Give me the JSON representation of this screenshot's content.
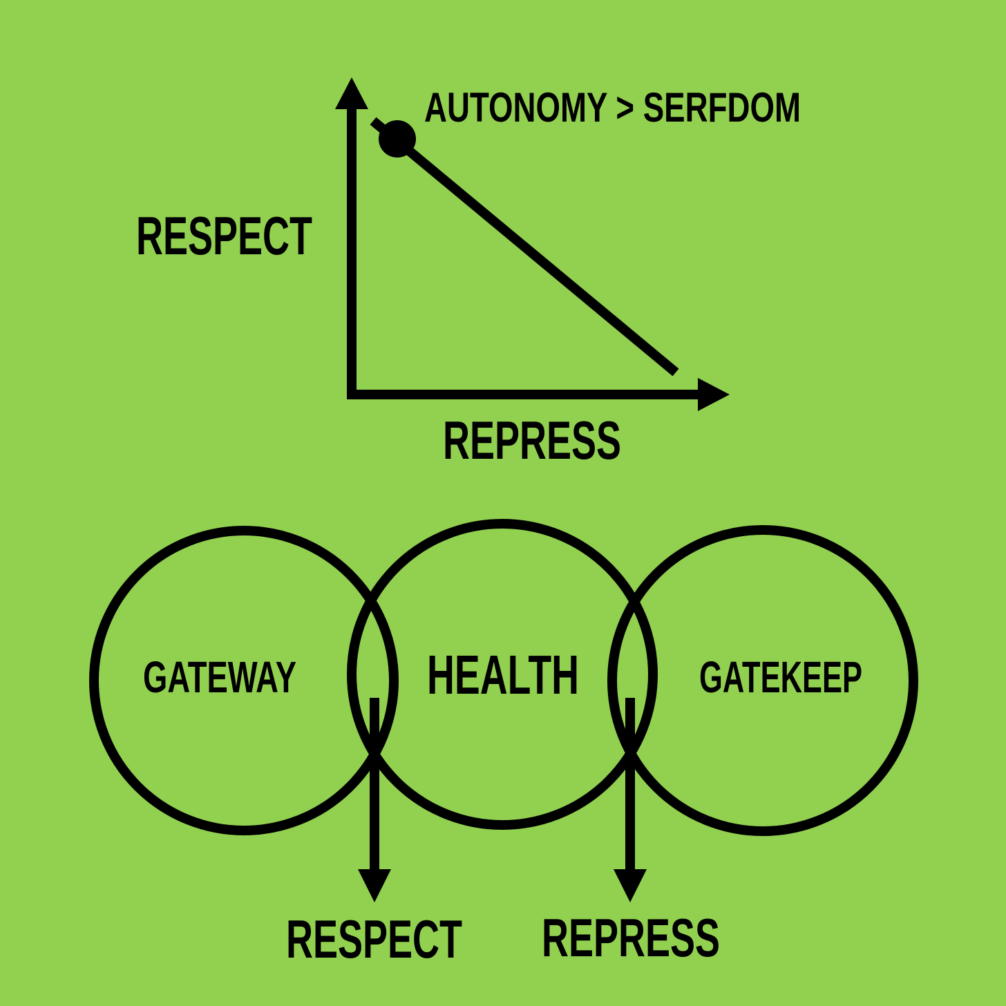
{
  "colors": {
    "background": "#92d050",
    "ink": "#000000"
  },
  "graph": {
    "y_axis_label": "RESPECT",
    "x_axis_label": "REPRESS",
    "point_label": "AUTONOMY > SERFDOM"
  },
  "venn": {
    "circles": [
      {
        "label": "GATEWAY"
      },
      {
        "label": "HEALTH"
      },
      {
        "label": "GATEKEEP"
      }
    ],
    "outputs": [
      {
        "label": "RESPECT"
      },
      {
        "label": "REPRESS"
      }
    ]
  }
}
